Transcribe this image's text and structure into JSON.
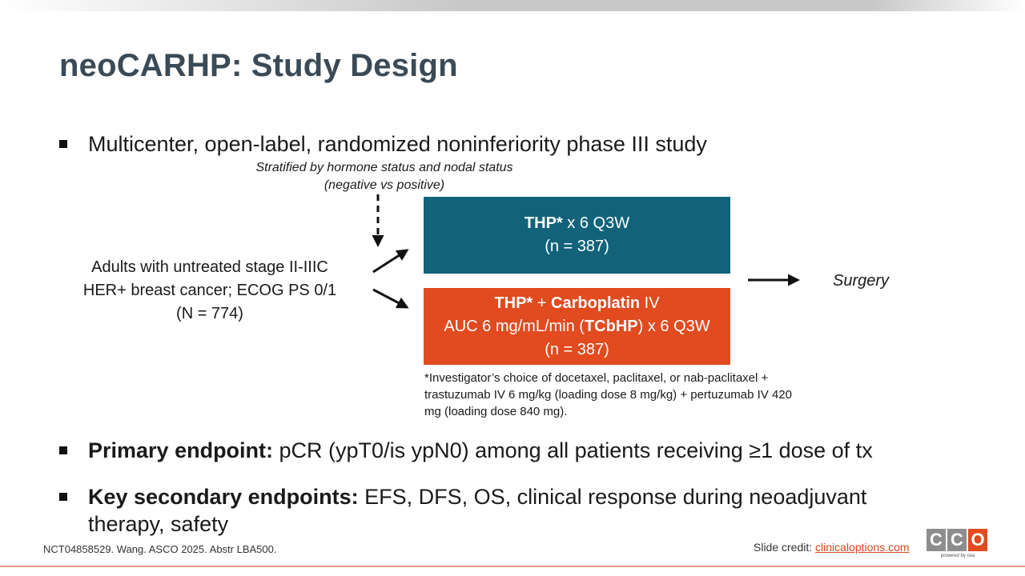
{
  "slide": {
    "title": "neoCARHP: Study Design",
    "bullets": [
      {
        "bold": "",
        "text": "Multicenter, open-label, randomized noninferiority phase III study"
      },
      {
        "bold": "Primary endpoint:",
        "text": " pCR (ypT0/is ypN0) among all patients receiving ≥1 dose of tx"
      },
      {
        "bold": "Key secondary endpoints:",
        "text": " EFS, DFS, OS, clinical response during neoadjuvant therapy, safety"
      }
    ]
  },
  "diagram": {
    "stratification": {
      "line1": "Stratified by hormone status and nodal status",
      "line2": "(negative vs positive)"
    },
    "population": {
      "line1": "Adults with untreated stage II-IIIC",
      "line2": "HER+ breast cancer; ECOG PS 0/1",
      "line3": "(N = 774)"
    },
    "arm1": {
      "bold": "THP*",
      "rest": " x 6 Q3W",
      "n": "(n = 387)",
      "color": "#12637a"
    },
    "arm2": {
      "bold1": "THP*",
      "mid1": " + ",
      "bold2": "Carboplatin",
      "rest1": " IV",
      "line2_pre": "AUC 6 mg/mL/min (",
      "line2_bold": "TCbHP",
      "line2_post": ") x 6 Q3W",
      "n": "(n = 387)",
      "color": "#e14b1f"
    },
    "outcome": "Surgery",
    "footnote": "*Investigator’s choice of docetaxel, paclitaxel, or nab-paclitaxel + trastuzumab IV 6 mg/kg (loading dose 8 mg/kg) + pertuzumab IV 420 mg (loading dose 840 mg)."
  },
  "footer": {
    "citation": "NCT04858529. Wang. ASCO 2025. Abstr LBA500.",
    "credit_label": "Slide credit: ",
    "credit_link": "clinicaloptions.com",
    "logo_letters": [
      "C",
      "C",
      "O"
    ],
    "logo_tag": "powered by cea"
  }
}
